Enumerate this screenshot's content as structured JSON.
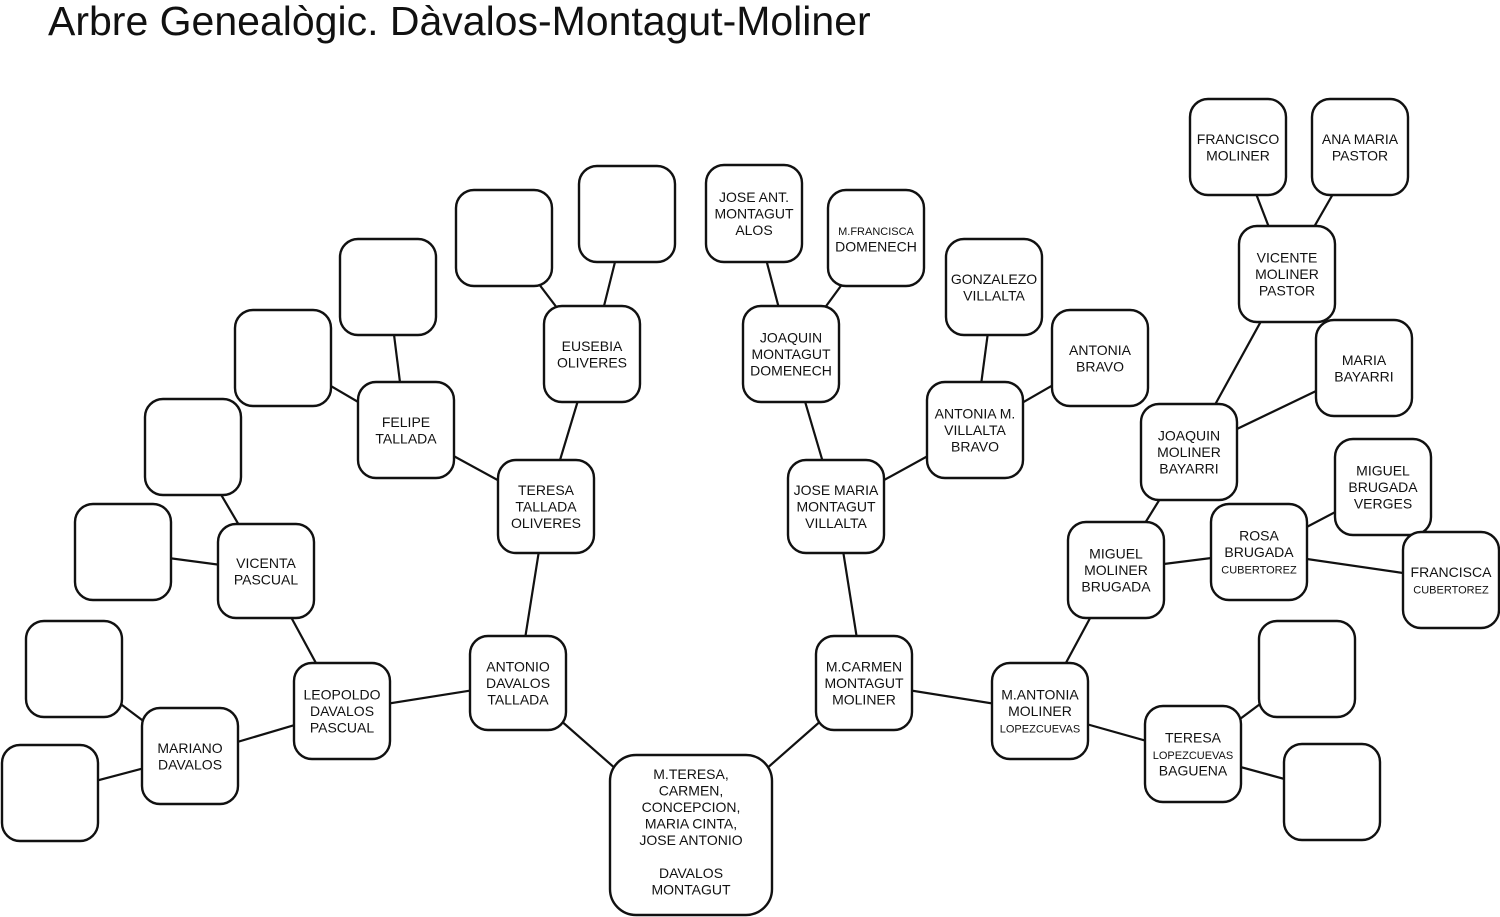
{
  "title": "Arbre Genealògic. Dàvalos-Montagut-Moliner",
  "colors": {
    "stroke": "#111111",
    "fill": "#ffffff",
    "text": "#111111"
  },
  "nodes": [
    {
      "id": "root",
      "lines": [
        {
          "t": "M.TERESA,"
        },
        {
          "t": "CARMEN,"
        },
        {
          "t": "CONCEPCION,"
        },
        {
          "t": "MARIA CINTA,"
        },
        {
          "t": "JOSE ANTONIO"
        },
        {
          "t": ""
        },
        {
          "t": "DAVALOS"
        },
        {
          "t": "MONTAGUT"
        }
      ]
    },
    {
      "id": "antonio",
      "lines": [
        {
          "t": "ANTONIO"
        },
        {
          "t": "DAVALOS"
        },
        {
          "t": "TALLADA"
        }
      ]
    },
    {
      "id": "mcarmen",
      "lines": [
        {
          "t": "M.CARMEN"
        },
        {
          "t": "MONTAGUT"
        },
        {
          "t": "MOLINER"
        }
      ]
    },
    {
      "id": "leopoldo",
      "lines": [
        {
          "t": "LEOPOLDO"
        },
        {
          "t": "DAVALOS"
        },
        {
          "t": "PASCUAL"
        }
      ]
    },
    {
      "id": "teresa_t",
      "lines": [
        {
          "t": "TERESA"
        },
        {
          "t": "TALLADA"
        },
        {
          "t": "OLIVERES"
        }
      ]
    },
    {
      "id": "josemaria",
      "lines": [
        {
          "t": "JOSE MARIA"
        },
        {
          "t": "MONTAGUT"
        },
        {
          "t": "VILLALTA"
        }
      ]
    },
    {
      "id": "mantonia",
      "lines": [
        {
          "t": "M.ANTONIA"
        },
        {
          "t": "MOLINER"
        },
        {
          "t": "LOPEZCUEVAS",
          "s": true
        }
      ]
    },
    {
      "id": "mariano",
      "lines": [
        {
          "t": "MARIANO"
        },
        {
          "t": "DAVALOS"
        }
      ]
    },
    {
      "id": "vicenta",
      "lines": [
        {
          "t": "VICENTA"
        },
        {
          "t": "PASCUAL"
        }
      ]
    },
    {
      "id": "felipe",
      "lines": [
        {
          "t": "FELIPE"
        },
        {
          "t": "TALLADA"
        }
      ]
    },
    {
      "id": "eusebia",
      "lines": [
        {
          "t": "EUSEBIA"
        },
        {
          "t": "OLIVERES"
        }
      ]
    },
    {
      "id": "joaquin_m",
      "lines": [
        {
          "t": "JOAQUIN"
        },
        {
          "t": "MONTAGUT"
        },
        {
          "t": "DOMENECH"
        }
      ]
    },
    {
      "id": "antoniam",
      "lines": [
        {
          "t": "ANTONIA M."
        },
        {
          "t": "VILLALTA"
        },
        {
          "t": "BRAVO"
        }
      ]
    },
    {
      "id": "miguelm",
      "lines": [
        {
          "t": "MIGUEL"
        },
        {
          "t": "MOLINER"
        },
        {
          "t": "BRUGADA"
        }
      ]
    },
    {
      "id": "teresa_l",
      "lines": [
        {
          "t": "TERESA"
        },
        {
          "t": "LOPEZCUEVAS",
          "s": true
        },
        {
          "t": "BAGUENA"
        }
      ]
    },
    {
      "id": "joseant",
      "lines": [
        {
          "t": "JOSE ANT."
        },
        {
          "t": "MONTAGUT"
        },
        {
          "t": "ALOS"
        }
      ]
    },
    {
      "id": "mfrancisca",
      "lines": [
        {
          "t": "M.FRANCISCA",
          "s": true
        },
        {
          "t": "DOMENECH"
        }
      ]
    },
    {
      "id": "gonzalezo",
      "lines": [
        {
          "t": "GONZALEZO"
        },
        {
          "t": "VILLALTA"
        }
      ]
    },
    {
      "id": "antoniab",
      "lines": [
        {
          "t": "ANTONIA"
        },
        {
          "t": "BRAVO"
        }
      ]
    },
    {
      "id": "joaquin_mb",
      "lines": [
        {
          "t": "JOAQUIN"
        },
        {
          "t": "MOLINER"
        },
        {
          "t": "BAYARRI"
        }
      ]
    },
    {
      "id": "rosa",
      "lines": [
        {
          "t": "ROSA"
        },
        {
          "t": "BRUGADA"
        },
        {
          "t": "CUBERTOREZ",
          "s": true
        }
      ]
    },
    {
      "id": "vicente",
      "lines": [
        {
          "t": "VICENTE"
        },
        {
          "t": "MOLINER"
        },
        {
          "t": "PASTOR"
        }
      ]
    },
    {
      "id": "mariab",
      "lines": [
        {
          "t": "MARIA"
        },
        {
          "t": "BAYARRI"
        }
      ]
    },
    {
      "id": "miguelb",
      "lines": [
        {
          "t": "MIGUEL"
        },
        {
          "t": "BRUGADA"
        },
        {
          "t": "VERGES"
        }
      ]
    },
    {
      "id": "franciscac",
      "lines": [
        {
          "t": "FRANCISCA"
        },
        {
          "t": "CUBERTOREZ",
          "s": true
        }
      ]
    },
    {
      "id": "franciscom",
      "lines": [
        {
          "t": "FRANCISCO"
        },
        {
          "t": "MOLINER"
        }
      ]
    },
    {
      "id": "anamaria",
      "lines": [
        {
          "t": "ANA MARIA"
        },
        {
          "t": "PASTOR"
        }
      ]
    },
    {
      "id": "e1",
      "lines": []
    },
    {
      "id": "e2",
      "lines": []
    },
    {
      "id": "e3",
      "lines": []
    },
    {
      "id": "e4",
      "lines": []
    },
    {
      "id": "e5",
      "lines": []
    },
    {
      "id": "e6",
      "lines": []
    },
    {
      "id": "e7",
      "lines": []
    },
    {
      "id": "e8",
      "lines": []
    },
    {
      "id": "e9",
      "lines": []
    },
    {
      "id": "e10",
      "lines": []
    }
  ],
  "links": [
    [
      "root",
      "antonio"
    ],
    [
      "root",
      "mcarmen"
    ],
    [
      "antonio",
      "leopoldo"
    ],
    [
      "antonio",
      "teresa_t"
    ],
    [
      "mcarmen",
      "josemaria"
    ],
    [
      "mcarmen",
      "mantonia"
    ],
    [
      "leopoldo",
      "mariano"
    ],
    [
      "leopoldo",
      "vicenta"
    ],
    [
      "teresa_t",
      "felipe"
    ],
    [
      "teresa_t",
      "eusebia"
    ],
    [
      "josemaria",
      "joaquin_m"
    ],
    [
      "josemaria",
      "antoniam"
    ],
    [
      "mantonia",
      "miguelm"
    ],
    [
      "mantonia",
      "teresa_l"
    ],
    [
      "mariano",
      "e1"
    ],
    [
      "mariano",
      "e2"
    ],
    [
      "vicenta",
      "e3"
    ],
    [
      "vicenta",
      "e4"
    ],
    [
      "felipe",
      "e5"
    ],
    [
      "felipe",
      "e6"
    ],
    [
      "eusebia",
      "e7"
    ],
    [
      "eusebia",
      "e8"
    ],
    [
      "joaquin_m",
      "joseant"
    ],
    [
      "joaquin_m",
      "mfrancisca"
    ],
    [
      "antoniam",
      "gonzalezo"
    ],
    [
      "antoniam",
      "antoniab"
    ],
    [
      "miguelm",
      "joaquin_mb"
    ],
    [
      "miguelm",
      "rosa"
    ],
    [
      "teresa_l",
      "e9"
    ],
    [
      "teresa_l",
      "e10"
    ],
    [
      "joaquin_mb",
      "vicente"
    ],
    [
      "joaquin_mb",
      "mariab"
    ],
    [
      "rosa",
      "miguelb"
    ],
    [
      "rosa",
      "franciscac"
    ],
    [
      "vicente",
      "franciscom"
    ],
    [
      "vicente",
      "anamaria"
    ]
  ]
}
